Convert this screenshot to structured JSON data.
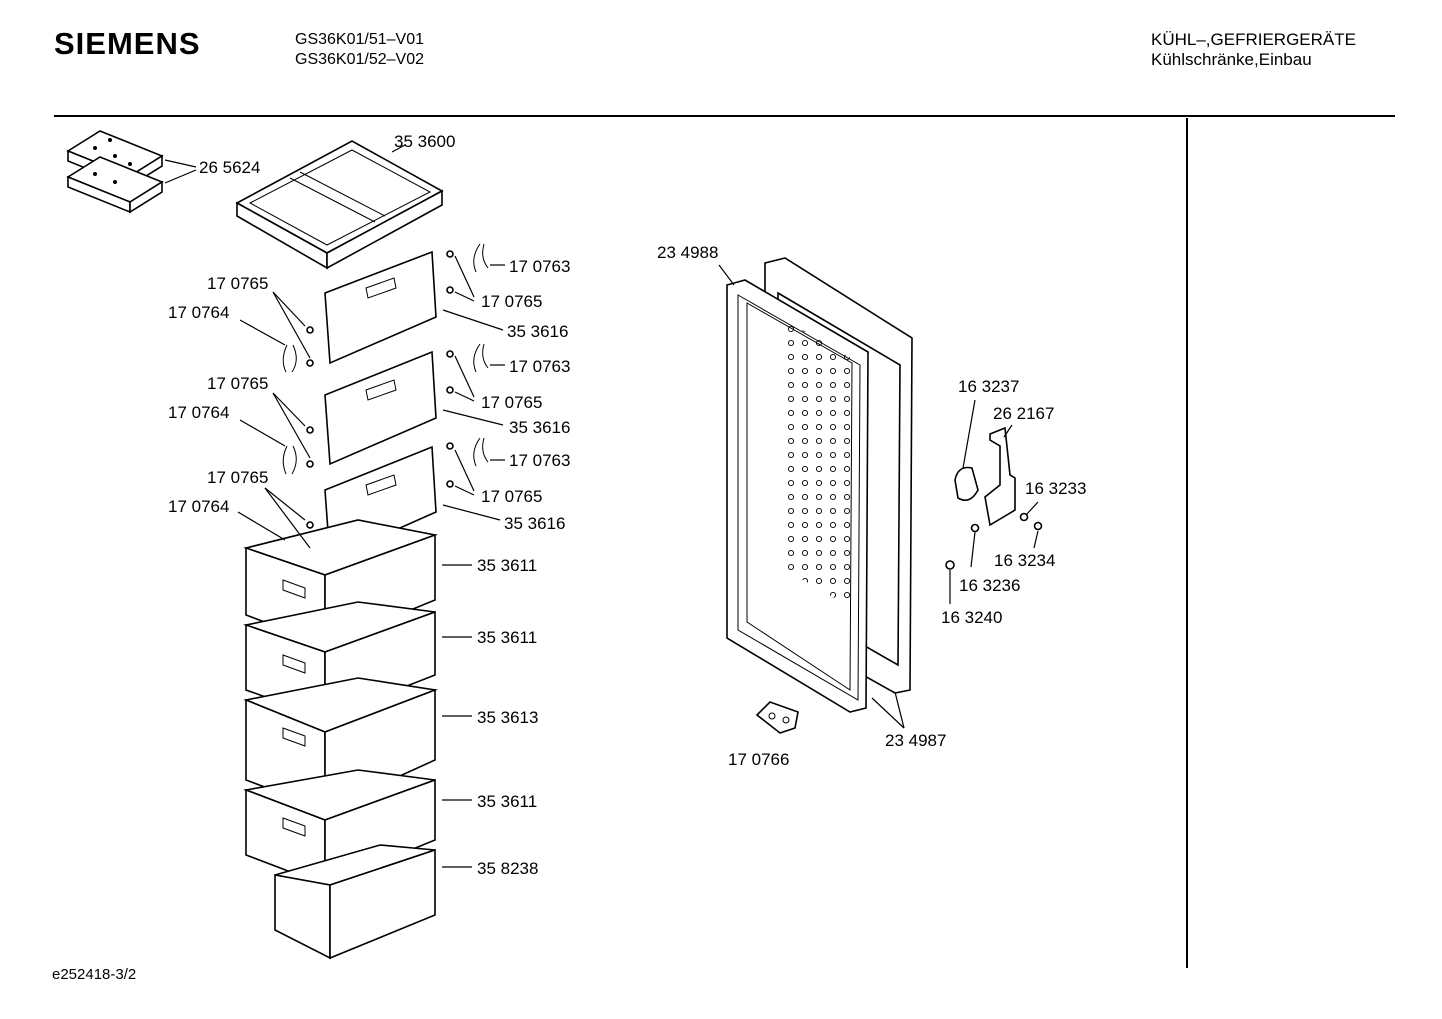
{
  "header": {
    "brand": "SIEMENS",
    "models": [
      "GS36K01/51–V01",
      "GS36K01/52–V02"
    ],
    "category": "KÜHL–,GEFRIERGERÄTE",
    "subcategory": "Kühlschränke,Einbau"
  },
  "footer": {
    "ref": "e252418-3/2"
  },
  "parts": {
    "p265624": "26 5624",
    "p353600": "35 3600",
    "p170763a": "17 0763",
    "p170765a": "17 0765",
    "p353616a": "35 3616",
    "p170765b": "17 0765",
    "p170764a": "17 0764",
    "p170763b": "17 0763",
    "p170765c": "17 0765",
    "p353616b": "35 3616",
    "p170765d": "17 0765",
    "p170764b": "17 0764",
    "p170763c": "17 0763",
    "p170765e": "17 0765",
    "p353616c": "35 3616",
    "p170765f": "17 0765",
    "p170764c": "17 0764",
    "p353611a": "35 3611",
    "p353611b": "35 3611",
    "p353613": "35 3613",
    "p353611c": "35 3611",
    "p358238": "35 8238",
    "p234988": "23 4988",
    "p234987": "23 4987",
    "p170766": "17 0766",
    "p163237": "16 3237",
    "p262167": "26 2167",
    "p163233": "16 3233",
    "p163234": "16 3234",
    "p163236": "16 3236",
    "p163240": "16 3240"
  }
}
